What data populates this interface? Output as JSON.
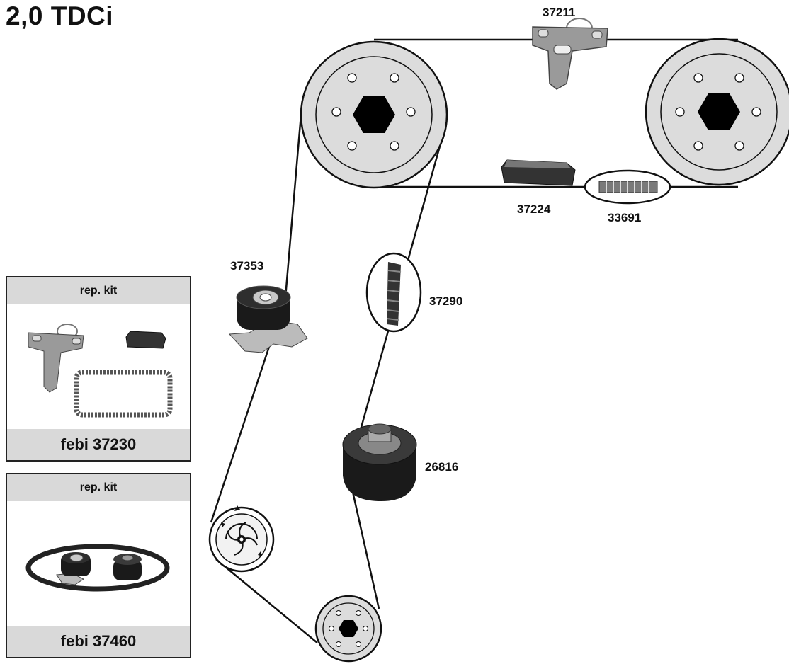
{
  "title": "2,0 TDCi",
  "parts": {
    "upper_tensioner": "37211",
    "chain_guide": "37224",
    "chain": "33691",
    "belt_tensioner": "37353",
    "belt": "37290",
    "idler_pulley": "26816"
  },
  "kits": [
    {
      "header": "rep. kit",
      "footer": "febi 37230"
    },
    {
      "header": "rep. kit",
      "footer": "febi 37460"
    }
  ],
  "colors": {
    "header_bg": "#d9d9d9",
    "pulley_fill": "#dcdcdc",
    "line": "#111111"
  }
}
